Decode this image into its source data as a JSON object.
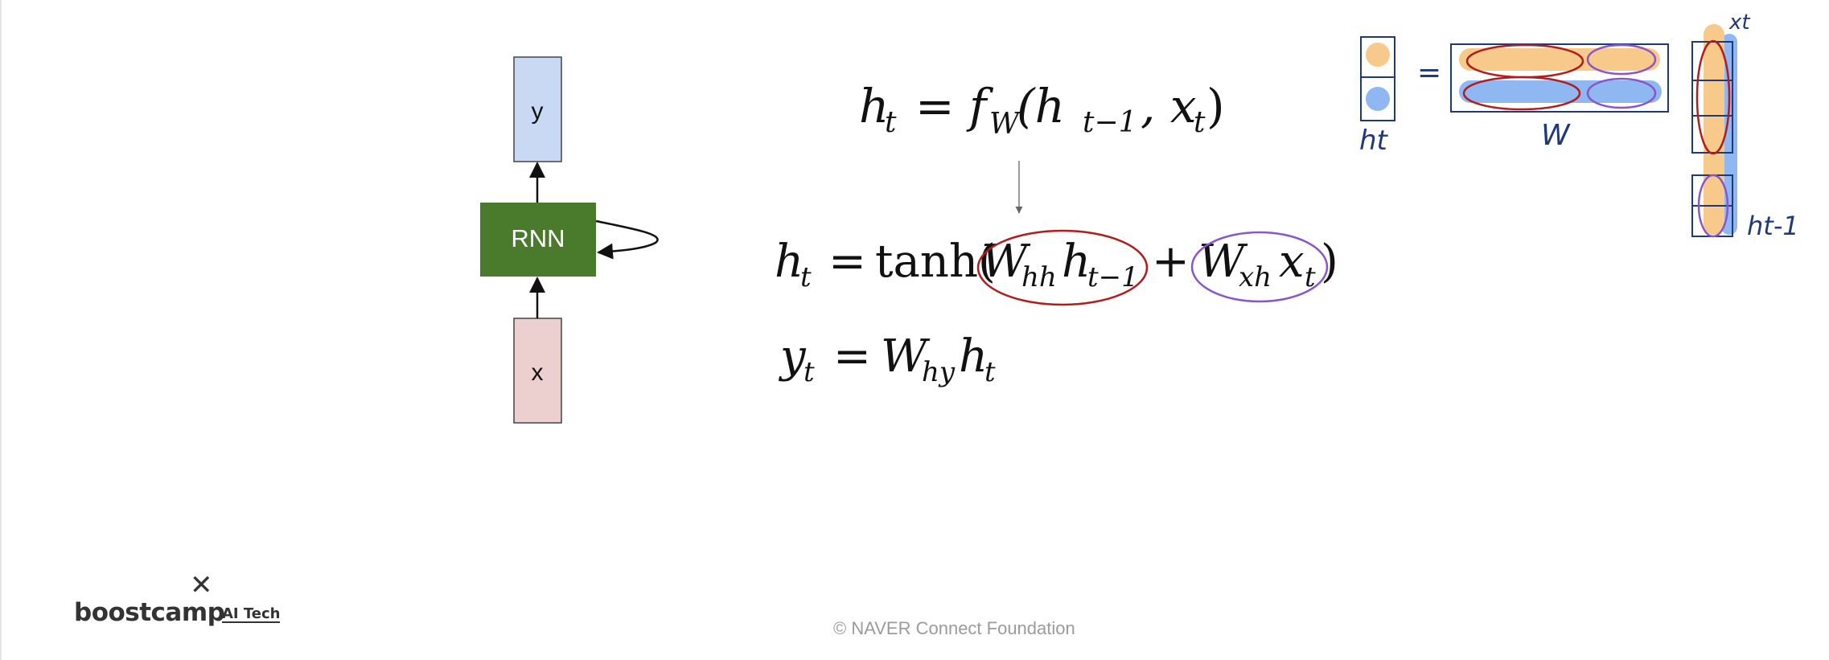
{
  "diagram": {
    "output_node": "y",
    "cell_node": "RNN",
    "input_node": "x"
  },
  "equations": {
    "eq1": {
      "lhs": "h",
      "lhs_sub": "t",
      "eq": "=",
      "f": "f",
      "f_sub": "W",
      "args": "(h",
      "arg1_sub": "t−1",
      "comma": ", x",
      "arg2_sub": "t",
      "close": ")"
    },
    "eq2": {
      "lhs": "h",
      "lhs_sub": "t",
      "eq": "=",
      "func": "tanh(",
      "w1": "W",
      "w1_sub": "hh",
      "h": "h",
      "h_sub": "t−1",
      "plus": "+",
      "w2": "W",
      "w2_sub": "xh",
      "x": "x",
      "x_sub": "t",
      "close": ")"
    },
    "eq3": {
      "lhs": "y",
      "lhs_sub": "t",
      "eq": "=",
      "w": "W",
      "w_sub": "hy",
      "h": "h",
      "h_sub": "t"
    }
  },
  "annotation": {
    "ht_label": "ht",
    "eq_sign": "=",
    "w_label": "W",
    "xt_label": "xt",
    "ht1_label": "ht-1",
    "colors": {
      "orange": "#f7c98a",
      "blue": "#8fb8f2",
      "red": "#b11d1d",
      "purple": "#8a55c9",
      "ink": "#1f3a7a"
    }
  },
  "footer": {
    "copyright": "©  NAVER Connect Foundation"
  },
  "logo": {
    "mark": "✕",
    "word": "boostcamp",
    "suffix": "AI Tech"
  },
  "colors": {
    "rnn_green": "#4a7a2c",
    "y_box": "#c9d8f3",
    "x_box": "#eccfcf"
  }
}
